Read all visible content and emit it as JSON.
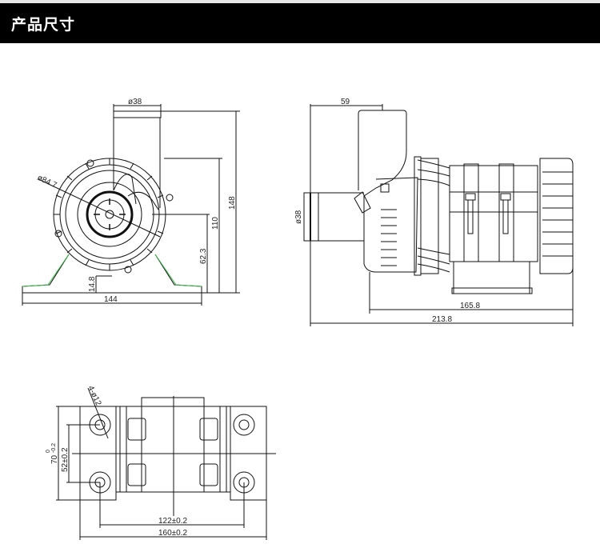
{
  "header": {
    "title": "产品尺寸",
    "background": "#000000",
    "text_color": "#ffffff"
  },
  "front_view": {
    "outlet_diameter": "ø38",
    "housing_diameter": "ø84.7",
    "total_height": "148",
    "body_height": "110",
    "center_height": "62.3",
    "base_clearance": "14.8",
    "base_width": "144",
    "bracket_color": "#3cb84a"
  },
  "side_view": {
    "outlet_offset": "59",
    "inlet_diameter": "ø38",
    "body_length": "165.8",
    "total_length": "213.8"
  },
  "base_view": {
    "hole_spec": "4-ø12",
    "outer_height": "70",
    "outer_height_tol_upper": "0",
    "outer_height_tol_lower": "-0.2",
    "hole_spacing_vertical": "52±0.2",
    "hole_spacing_horizontal": "122±0.2",
    "outer_width": "160±0.2"
  }
}
